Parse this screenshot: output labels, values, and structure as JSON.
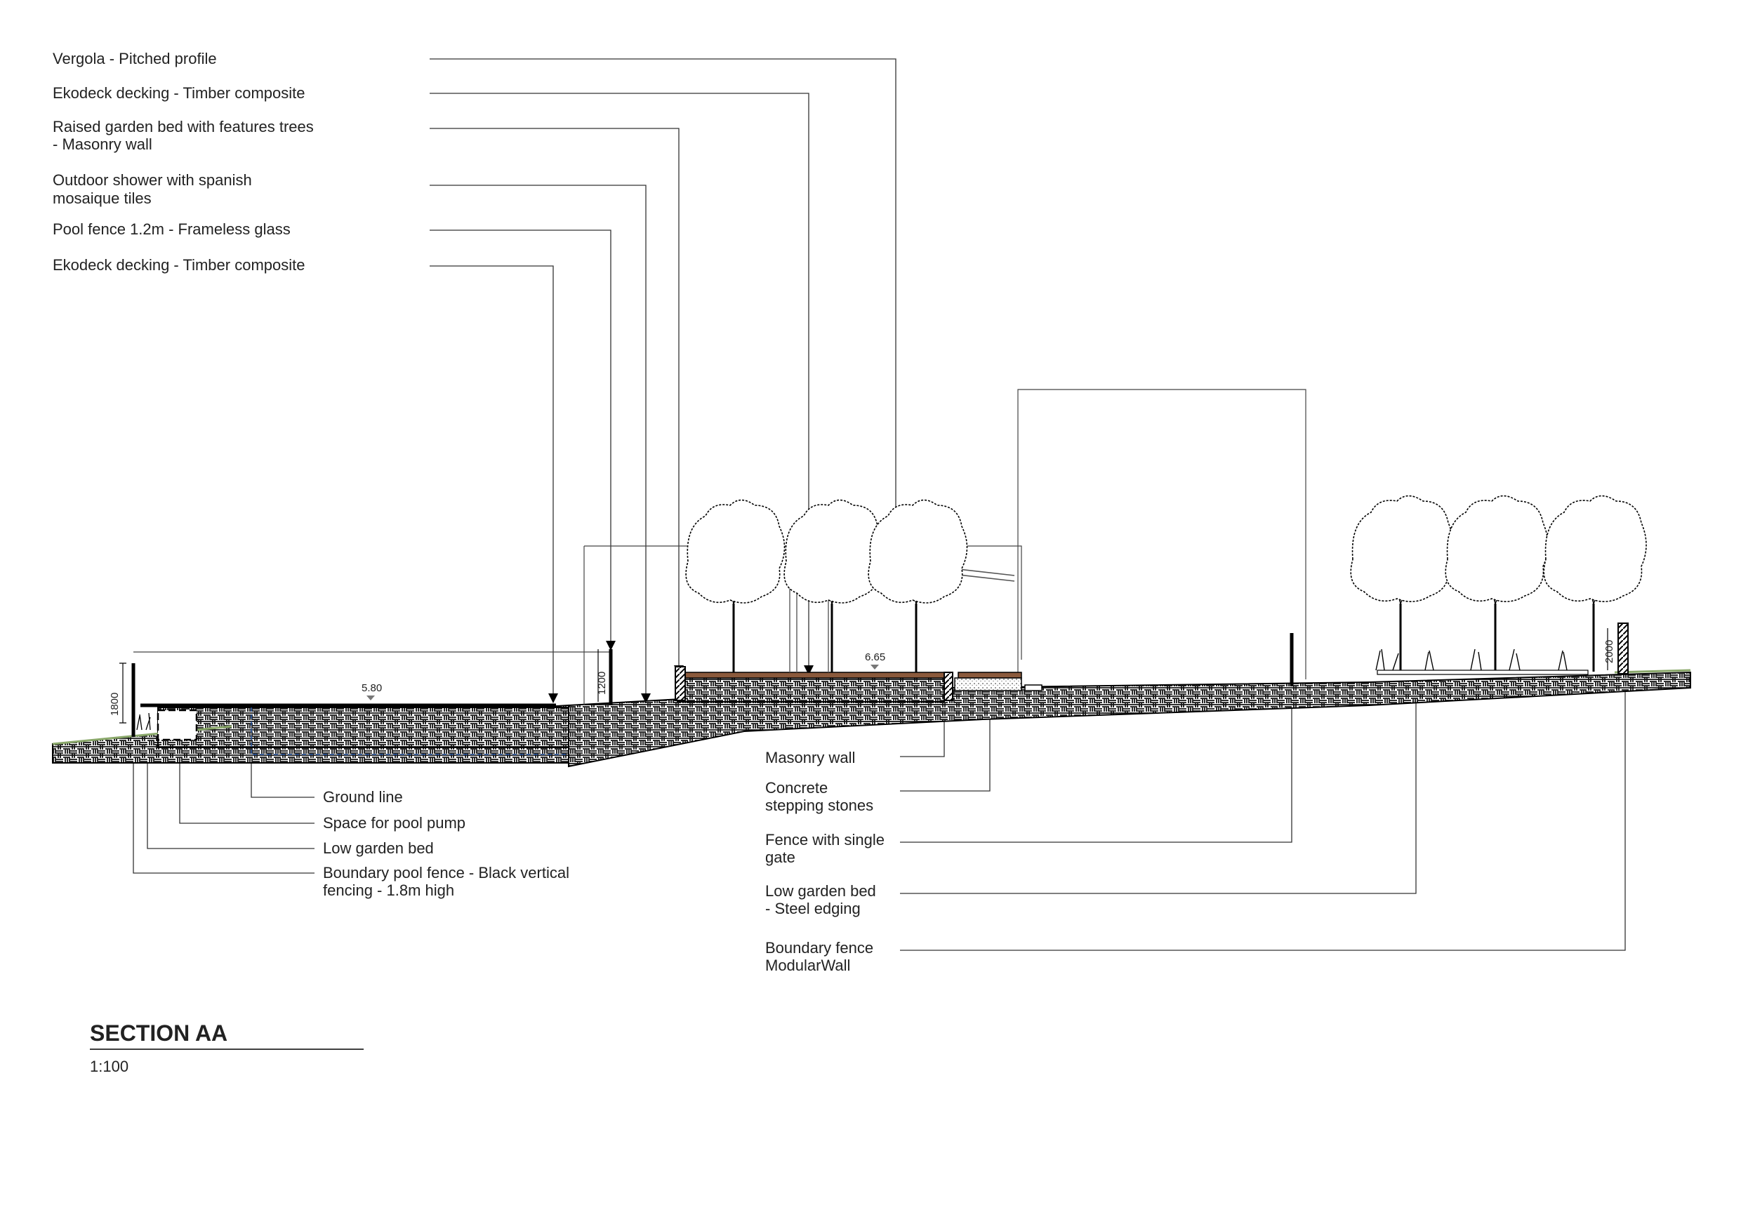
{
  "title": "SECTION AA",
  "scale": "1:100",
  "callouts_top": [
    "Vergola - Pitched profile",
    "Ekodeck decking - Timber composite",
    "Raised garden bed with features trees",
    "- Masonry wall",
    "Outdoor shower with spanish",
    "mosaique tiles",
    "Pool fence 1.2m - Frameless glass",
    "Ekodeck decking - Timber composite"
  ],
  "callouts_left": [
    "Ground line",
    "Space for pool pump",
    "Low garden bed",
    "Boundary pool fence - Black vertical",
    "fencing - 1.8m high"
  ],
  "callouts_right": [
    "Masonry wall",
    "Concrete",
    "stepping stones",
    "Fence with single",
    "gate",
    "Low garden bed",
    "- Steel edging",
    "Boundary fence",
    "ModularWall"
  ],
  "dimensions": {
    "pool_length": "5.80",
    "deck_level": "6.65",
    "fence_height": "1800",
    "pool_fence_height": "1200",
    "boundary_fence_height": "2000"
  },
  "colors": {
    "line": "#000000",
    "ground_hatch": "#111111",
    "decking": "#8b5a3c",
    "water_line": "#1f4e9c",
    "grass": "#8aa86a"
  }
}
